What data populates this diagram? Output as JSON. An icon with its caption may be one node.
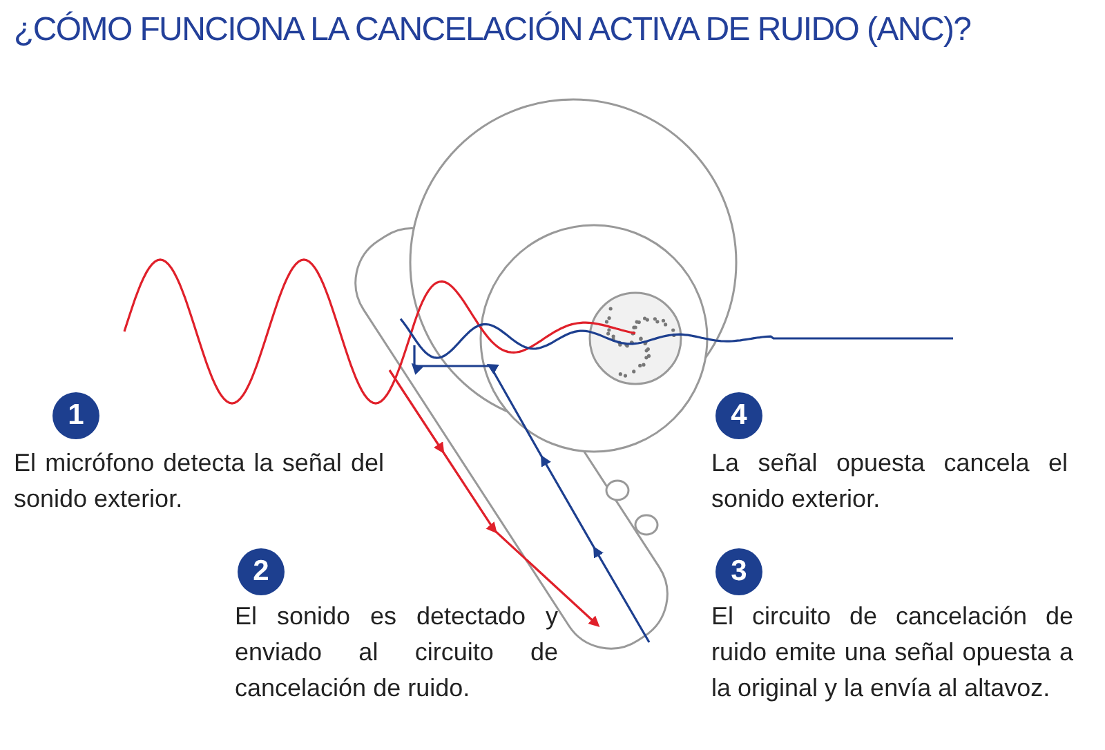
{
  "diagram": {
    "title": "¿CÓMO FUNCIONA LA CANCELACIÓN ACTIVA DE RUIDO (ANC)?",
    "labels": [
      "1",
      "4",
      "El micrófono detecta la señal del sonido exterior.",
      "La señal opuesta cancela el sonido exterior.",
      "2",
      "3",
      "El sonido es detectado y enviado al circuito de cancelación de ruido.",
      "El circuito de cancelación de ruido emite una señal opuesta a la original y la envía al altavoz."
    ]
  }
}
